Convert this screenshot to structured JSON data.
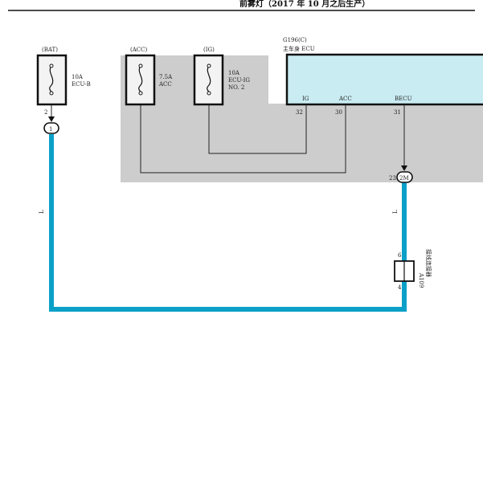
{
  "header": {
    "title": "前雾灯（2017 年 10 月之后生产）"
  },
  "fuses": [
    {
      "source": "(BAT)",
      "amp": "10A",
      "name": "ECU-B",
      "name2": ""
    },
    {
      "source": "(ACC)",
      "amp": "7.5A",
      "name": "ACC",
      "name2": ""
    },
    {
      "source": "(IG)",
      "amp": "10A",
      "name": "ECU-IG",
      "name2": "NO. 2"
    }
  ],
  "ecu": {
    "code": "G196(C)",
    "name": "主车身 ECU",
    "pins": [
      {
        "label": "IG",
        "number": "32"
      },
      {
        "label": "ACC",
        "number": "30"
      },
      {
        "label": "BECU",
        "number": "31"
      }
    ]
  },
  "pins": {
    "fuse_bat_out": "2",
    "connector_left": "1",
    "connector_right_num": "23",
    "connector_right_code": "2M",
    "junction_top": "6",
    "junction_bottom": "4"
  },
  "junction": {
    "code": "A109",
    "name": "接线连接器"
  },
  "wires": {
    "left_color": "L",
    "right_color": "L"
  },
  "colors": {
    "wire_main": "#0aa0c8",
    "thin_wire": "#222222",
    "ecu_fill": "#c9ecf2",
    "area_fill": "#cdcdcd",
    "fuse_fill": "#f3f3f3"
  }
}
